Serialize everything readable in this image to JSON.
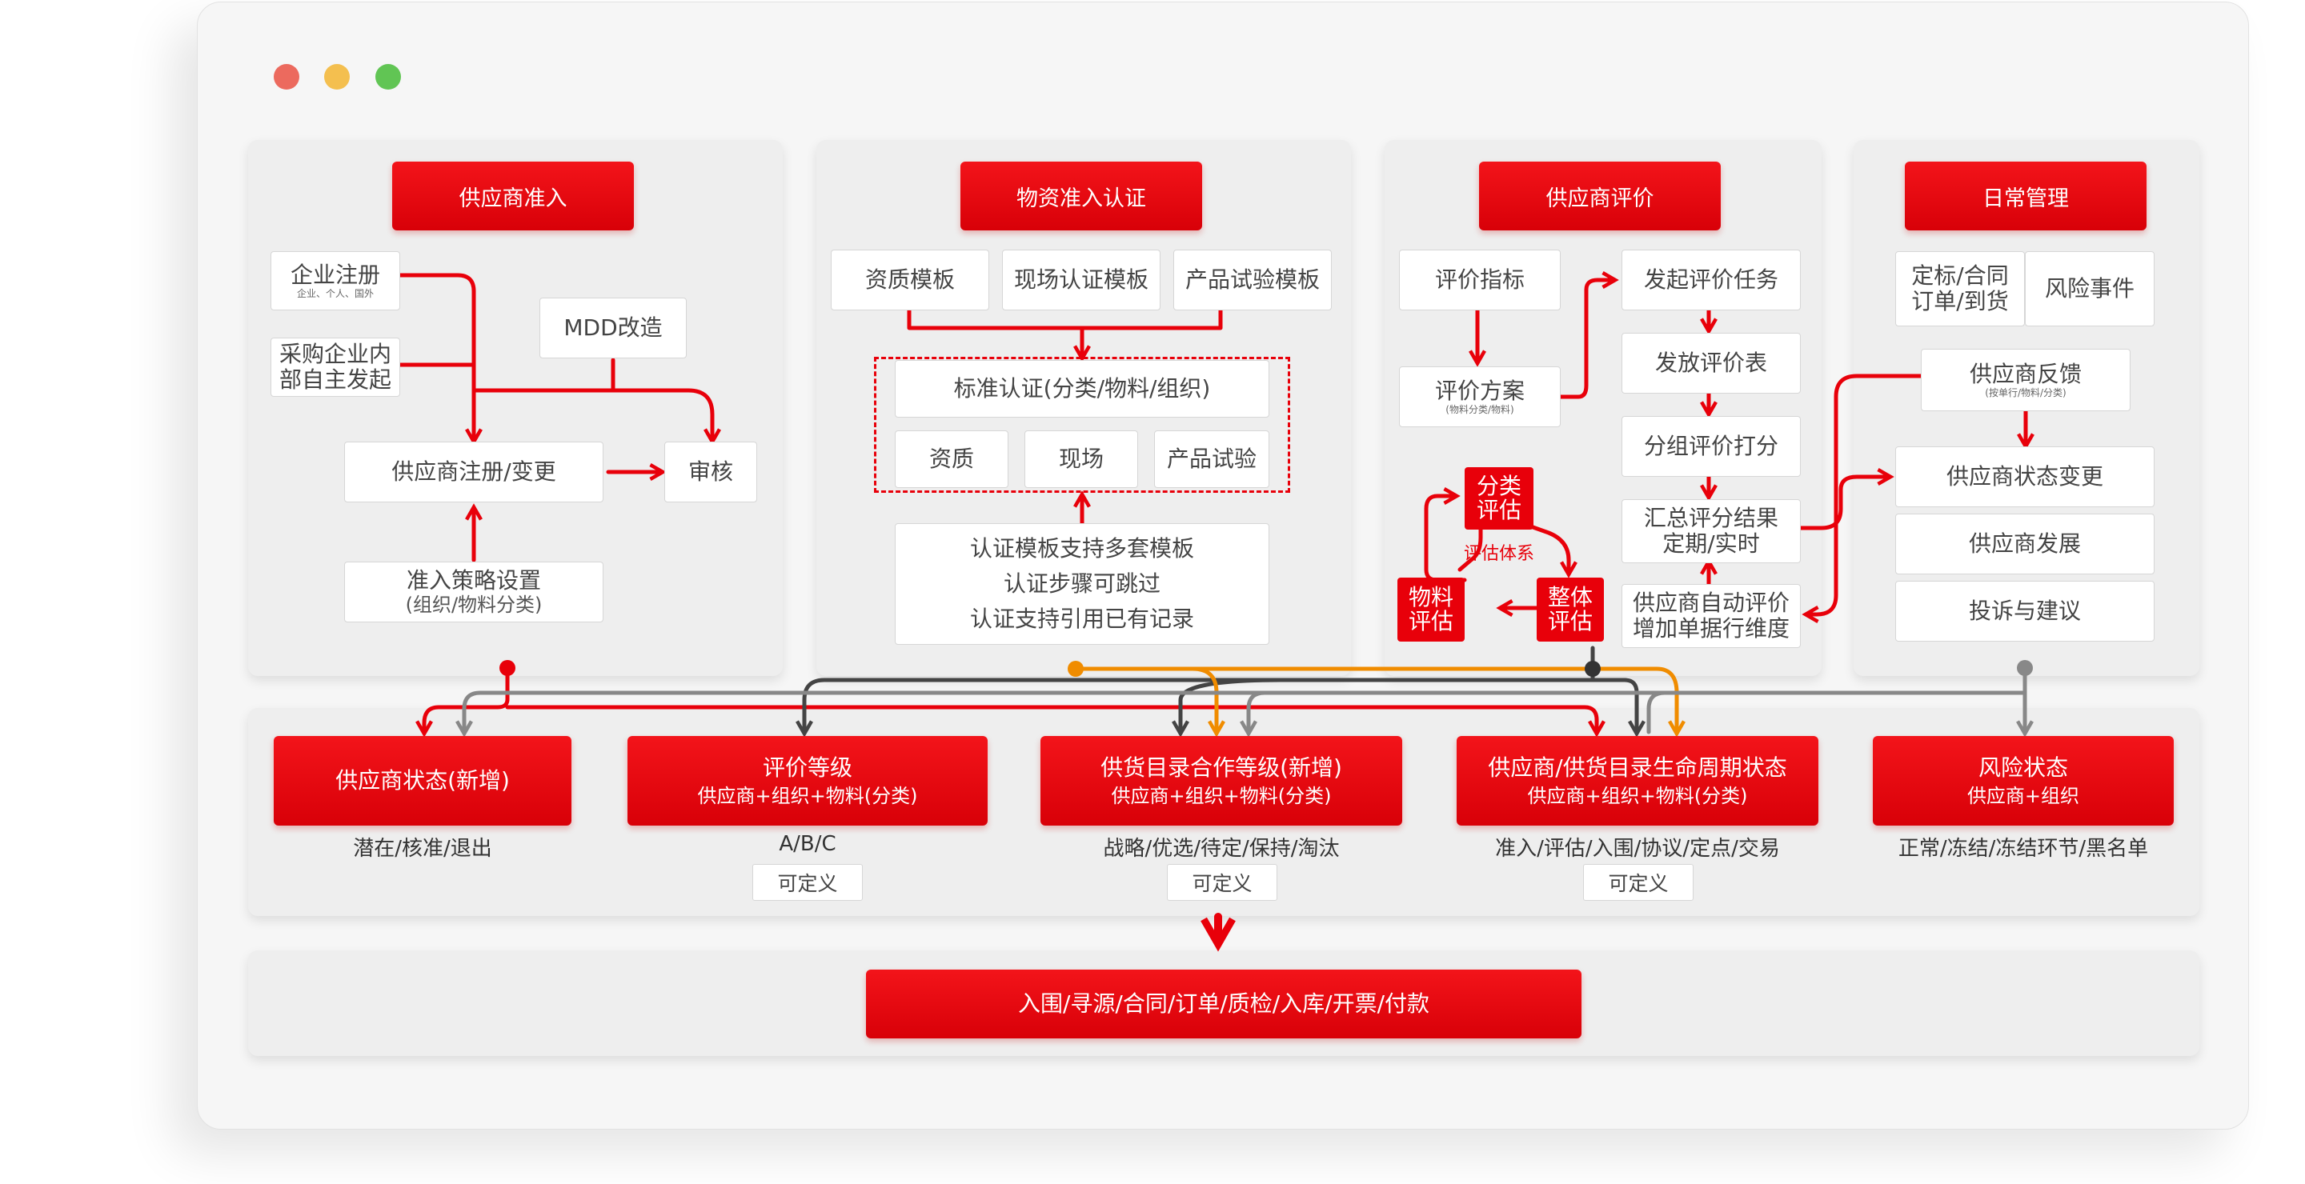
{
  "colors": {
    "accent": "#e8000a",
    "connector_dark": "#444444",
    "connector_gray": "#888888",
    "connector_orange": "#f08c00"
  },
  "window_controls": [
    "close",
    "minimize",
    "maximize"
  ],
  "supplier_access": {
    "title": "供应商准入",
    "enterprise_registration": {
      "label": "企业注册",
      "sub": "企业、个人、国外"
    },
    "mdd": "MDD改造",
    "internal_initiation": [
      "采购企业内",
      "部自主发起"
    ],
    "register_change": "供应商注册/变更",
    "review": "审核",
    "policy": {
      "label": "准入策略设置",
      "sub": "(组织/物料分类)"
    }
  },
  "material_cert": {
    "title": "物资准入认证",
    "templates": [
      "资质模板",
      "现场认证模板",
      "产品试验模板"
    ],
    "standard": "标准认证(分类/物料/组织)",
    "items": [
      "资质",
      "现场",
      "产品试验"
    ],
    "notes": [
      "认证模板支持多套模板",
      "认证步骤可跳过",
      "认证支持引用已有记录"
    ]
  },
  "supplier_eval": {
    "title": "供应商评价",
    "indicator": "评价指标",
    "plan": {
      "label": "评价方案",
      "sub": "(物料分类/物料)"
    },
    "steps": [
      "发起评价任务",
      "发放评价表",
      "分组评价打分"
    ],
    "summary": [
      "汇总评分结果",
      "定期/实时"
    ],
    "auto": [
      "供应商自动评价",
      "增加单据行维度"
    ],
    "system_label": "评估体系",
    "category_eval": [
      "分类",
      "评估"
    ],
    "material_eval": [
      "物料",
      "评估"
    ],
    "overall_eval": [
      "整体",
      "评估"
    ]
  },
  "daily_mgmt": {
    "title": "日常管理",
    "bid": [
      "定标/合同",
      "订单/到货"
    ],
    "risk_event": "风险事件",
    "feedback": {
      "label": "供应商反馈",
      "sub": "(按单行/物料/分类)"
    },
    "status_change": "供应商状态变更",
    "development": "供应商发展",
    "complaint": "投诉与建议"
  },
  "status_row": [
    {
      "title": "供应商状态(新增)",
      "sub": "",
      "values": "潜在/核准/退出",
      "tag": ""
    },
    {
      "title": "评价等级",
      "sub": "供应商+组织+物料(分类)",
      "values": "A/B/C",
      "tag": "可定义"
    },
    {
      "title": "供货目录合作等级(新增)",
      "sub": "供应商+组织+物料(分类)",
      "values": "战略/优选/待定/保持/淘汰",
      "tag": "可定义"
    },
    {
      "title": "供应商/供货目录生命周期状态",
      "sub": "供应商+组织+物料(分类)",
      "values": "准入/评估/入围/协议/定点/交易",
      "tag": "可定义"
    },
    {
      "title": "风险状态",
      "sub": "供应商+组织",
      "values": "正常/冻结/冻结环节/黑名单",
      "tag": ""
    }
  ],
  "bottom_flow": "入围/寻源/合同/订单/质检/入库/开票/付款"
}
